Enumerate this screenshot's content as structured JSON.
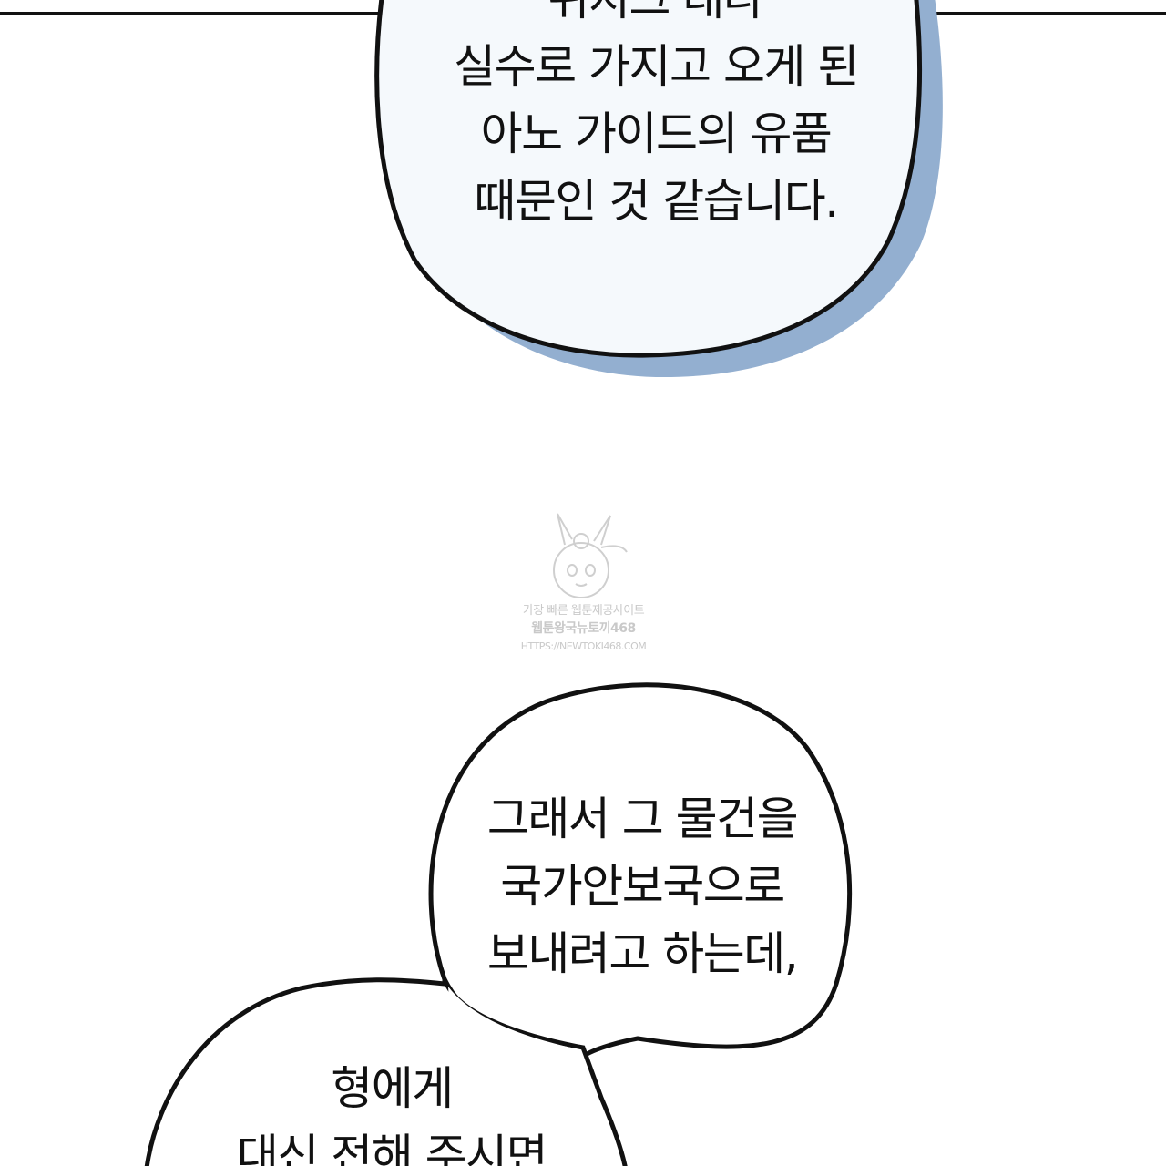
{
  "bubbles": {
    "top": {
      "lines": [
        "위지크 대나",
        "실수로 가지고 오게 된",
        "아노 가이드의 유품",
        "때문인 것 같습니다."
      ]
    },
    "middle": {
      "lines": [
        "그래서 그 물건을",
        "국가안보국으로",
        "보내려고 하는데,"
      ]
    },
    "bottom": {
      "lines": [
        "형에게",
        "대신 전해 주시면"
      ]
    }
  },
  "watermark": {
    "line1": "가장 빠른 웹툰제공사이트",
    "line2": "웹툰왕국뉴토끼468",
    "line3": "HTTPS://NEWTOKI468.COM"
  },
  "colors": {
    "bubble_fill_top": "#f5f9fc",
    "bubble_shadow": "#93afd0",
    "outline": "#111111",
    "watermark": "#c9c9c9"
  }
}
